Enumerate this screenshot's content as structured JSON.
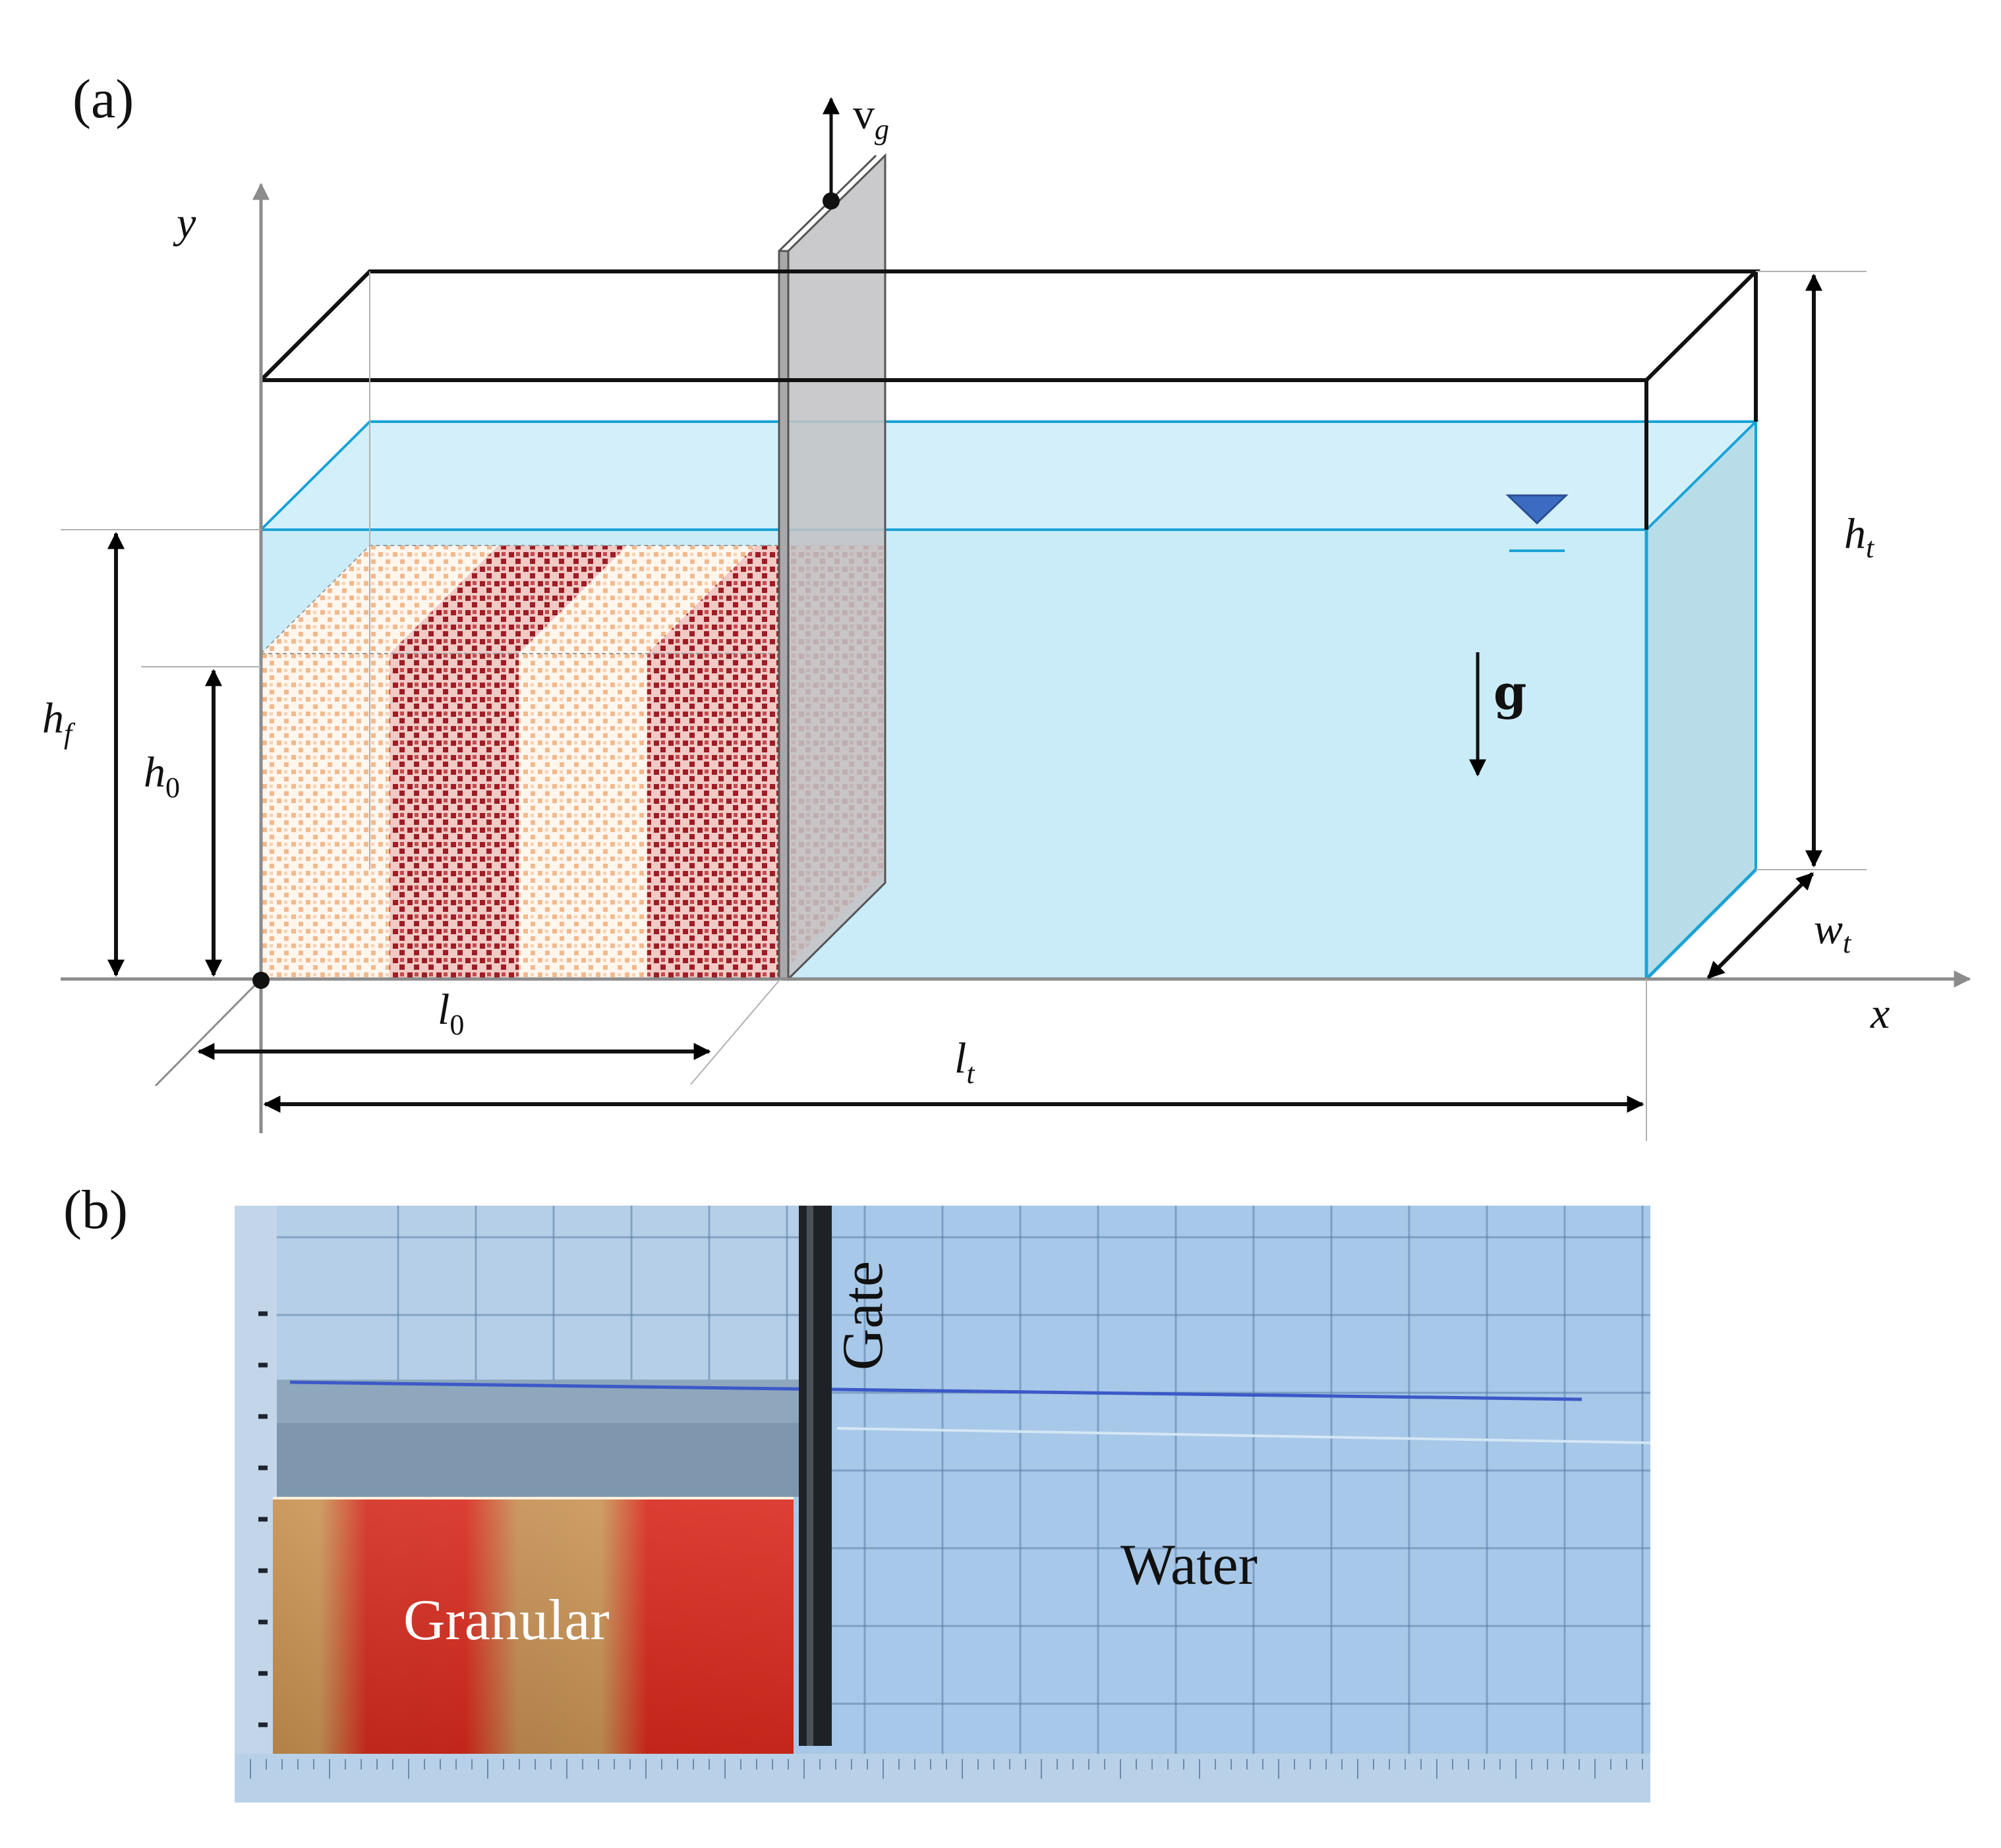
{
  "panel_a": {
    "label": "(a)",
    "axis_y": "y",
    "axis_x": "x",
    "gate_velocity": {
      "symbol": "v",
      "sub": "g"
    },
    "gravity": "g",
    "dimensions": {
      "h_t": {
        "symbol": "h",
        "sub": "t"
      },
      "w_t": {
        "symbol": "w",
        "sub": "t"
      },
      "h_f": {
        "symbol": "h",
        "sub": "f"
      },
      "h_0": {
        "symbol": "h",
        "sub": "0"
      },
      "l_0": {
        "symbol": "l",
        "sub": "0"
      },
      "l_t": {
        "symbol": "l",
        "sub": "t"
      }
    }
  },
  "panel_b": {
    "label": "(b)",
    "gate_label": "Gate",
    "water_label": "Water",
    "granular_label": "Granular"
  },
  "colors": {
    "water_fill": "#c9ecf8",
    "water_edge": "#1aa3d6",
    "gate_fill": "#c3c3c5",
    "sand_light": "#f4c9a4",
    "sand_dark": "#9e1c24",
    "photo_bg": "#a7c8e8",
    "granular_red": "#d8281c",
    "granular_tan": "#c99455"
  }
}
